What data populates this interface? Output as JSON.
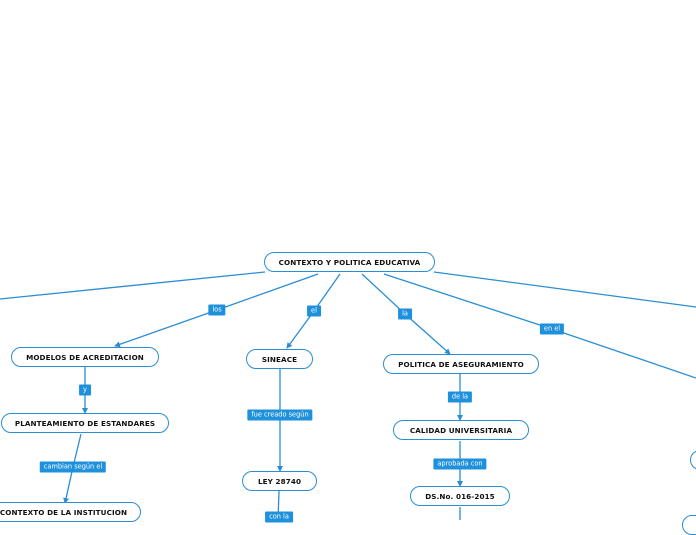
{
  "nodes": {
    "root": "CONTEXTO Y POLITICA EDUCATIVA",
    "modelos": "MODELOS DE ACREDITACION",
    "planteamiento": "PLANTEAMIENTO DE ESTANDARES",
    "contexto": "CONTEXTO DE LA INSTITUCION",
    "sineace": "SINEACE",
    "ley": "LEY 28740",
    "politica": "POLITICA DE ASEGURAMIENTO",
    "calidad": "CALIDAD UNIVERSITARIA",
    "ds": "DS.No. 016-2015"
  },
  "links": {
    "los": "los",
    "el": "el",
    "la": "la",
    "en_el": "en el",
    "y": "y",
    "cambian": "cambian según el",
    "fue_creado": "fue creado según",
    "con_la": "con la",
    "de_la": "de la",
    "aprobada": "aprobada con"
  },
  "colors": {
    "line": "#2a8ed4",
    "tag": "#1e90dc"
  }
}
